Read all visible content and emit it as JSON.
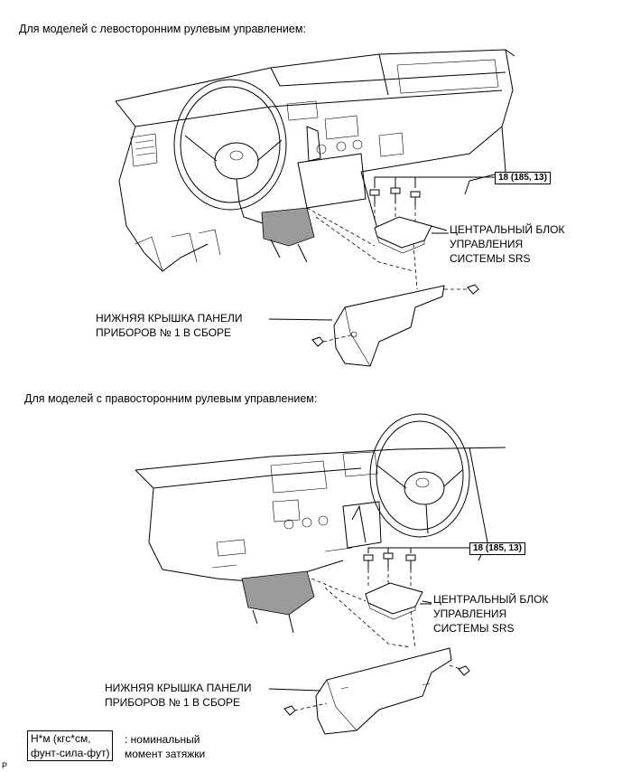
{
  "sections": [
    {
      "heading": "Для моделей с левосторонним рулевым управлением:",
      "torque_label": "18 (185, 13)",
      "srs_label": [
        "ЦЕНТРАЛЬНЫЙ БЛОК",
        "УПРАВЛЕНИЯ",
        "СИСТЕМЫ SRS"
      ],
      "cover_label": [
        "НИЖНЯЯ КРЫШКА ПАНЕЛИ",
        "ПРИБОРОВ № 1 В СБОРЕ"
      ]
    },
    {
      "heading": "Для моделей с правосторонним рулевым управлением:",
      "torque_label": "18 (185, 13)",
      "srs_label": [
        "ЦЕНТРАЛЬНЫЙ БЛОК",
        "УПРАВЛЕНИЯ",
        "СИСТЕМЫ SRS"
      ],
      "cover_label": [
        "НИЖНЯЯ КРЫШКА ПАНЕЛИ",
        "ПРИБОРОВ № 1 В СБОРЕ"
      ]
    }
  ],
  "legend": {
    "box_lines": [
      "Н*м (кгс*см,",
      "фунт-сила-фут)"
    ],
    "description_lines": [
      ": номинальный",
      "момент затяжки"
    ]
  },
  "corner_mark": "P"
}
